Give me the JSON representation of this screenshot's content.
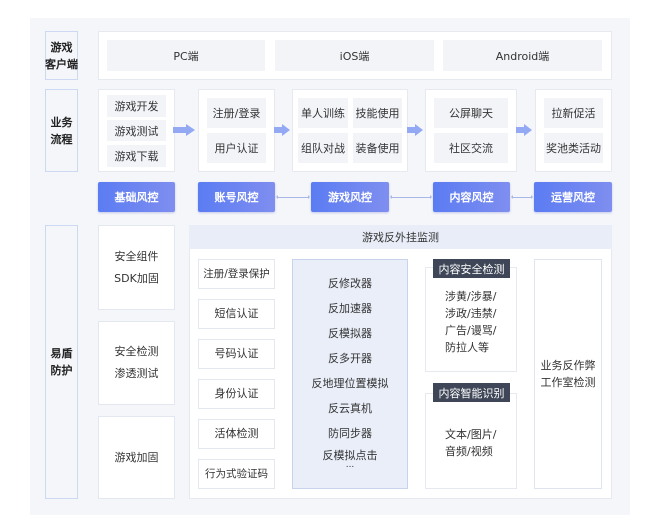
{
  "rows": {
    "client": {
      "label": "游戏\n客户端",
      "platforms": [
        "PC端",
        "iOS端",
        "Android端"
      ]
    },
    "business": {
      "label": "业务\n流程",
      "stage1": [
        "游戏开发",
        "游戏测试",
        "游戏下载"
      ],
      "stage2": [
        "注册/登录",
        "用户认证"
      ],
      "stage3": [
        "单人训练",
        "技能使用",
        "组队对战",
        "装备使用"
      ],
      "stage4": [
        "公屏聊天",
        "社区交流"
      ],
      "stage5": [
        "拉新促活",
        "奖池类活动"
      ],
      "risk": [
        "基础风控",
        "账号风控",
        "游戏风控",
        "内容风控",
        "运营风控"
      ]
    },
    "protect": {
      "label": "易盾\n防护",
      "left": [
        "安全组件\nSDK加固",
        "安全检测\n渗透测试",
        "游戏加固"
      ],
      "monitor_title": "游戏反外挂监测",
      "account": [
        "注册/登录保护",
        "短信认证",
        "号码认证",
        "身份认证",
        "活体检测",
        "行为式验证码"
      ],
      "anti_cheat": [
        "反修改器",
        "反加速器",
        "反模拟器",
        "反多开器",
        "反地理位置模拟",
        "反云真机",
        "防同步器",
        "反模拟点击",
        "..."
      ],
      "content_security": {
        "title": "内容安全检测",
        "lines": [
          "涉黄/涉暴/",
          "涉政/违禁/",
          "广告/谩骂/",
          "防拉人等"
        ]
      },
      "content_ai": {
        "title": "内容智能识别",
        "lines": [
          "文本/图片/",
          "音频/视频"
        ]
      },
      "studio": "业务反作弊\n工作室检测"
    }
  },
  "colors": {
    "accent": "#5b7cf2",
    "tag": "#3e4657",
    "panel": "#f4f6fa"
  }
}
